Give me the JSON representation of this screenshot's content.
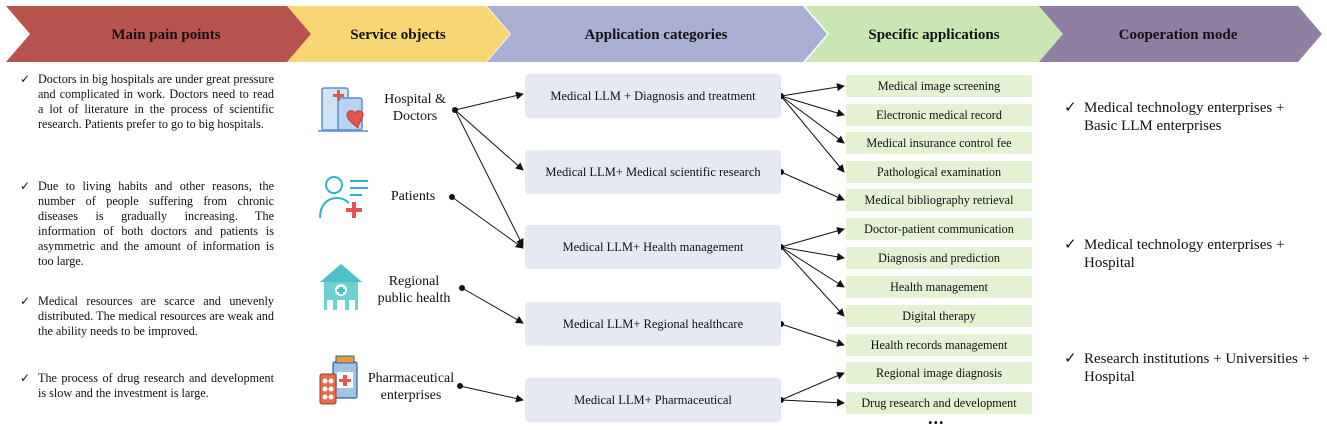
{
  "headers": {
    "pain_points": "Main pain points",
    "service_objects": "Service objects",
    "application_categories": "Application categories",
    "specific_applications": "Specific applications",
    "cooperation_mode": "Cooperation mode"
  },
  "header_colors": {
    "pain_points": "#b85450",
    "service_objects": "#f7d774",
    "application_categories": "#a9aed3",
    "specific_applications": "#c9e6b4",
    "cooperation_mode": "#8e7fa3"
  },
  "pain_points": [
    "Doctors in big hospitals are under great pressure and complicated in work. Doctors need to read a lot of literature in the process of scientific research. Patients prefer to go to big hospitals.",
    "Due to living habits and other reasons, the number of people suffering from chronic diseases is gradually increasing. The information of both doctors and patients is asymmetric and the amount of information is too large.",
    "Medical resources are scarce and unevenly distributed. The medical resources are weak and the ability needs to be improved.",
    "The process of drug research and development is slow and the investment is large."
  ],
  "service_objects": [
    {
      "label": "Hospital & Doctors",
      "icon": "hospital-icon"
    },
    {
      "label": "Patients",
      "icon": "patient-icon"
    },
    {
      "label": "Regional public health",
      "icon": "public-health-icon"
    },
    {
      "label": "Pharmaceutical enterprises",
      "icon": "pharmaceutical-icon"
    }
  ],
  "application_categories": [
    "Medical LLM + Diagnosis and treatment",
    "Medical LLM+ Medical scientific research",
    "Medical LLM+ Health management",
    "Medical LLM+ Regional healthcare",
    "Medical LLM+ Pharmaceutical"
  ],
  "specific_applications": [
    "Medical image screening",
    "Electronic medical record",
    "Medical insurance control fee",
    "Pathological examination",
    "Medical bibliography retrieval",
    "Doctor-patient communication",
    "Diagnosis and prediction",
    "Health management",
    "Digital therapy",
    "Health records management",
    "Regional image diagnosis",
    "Drug research and development"
  ],
  "more": "...",
  "cooperation_modes": [
    "Medical technology enterprises + Basic LLM enterprises",
    "Medical technology enterprises + Hospital",
    "Research institutions + Universities + Hospital"
  ],
  "check_mark": "✓"
}
